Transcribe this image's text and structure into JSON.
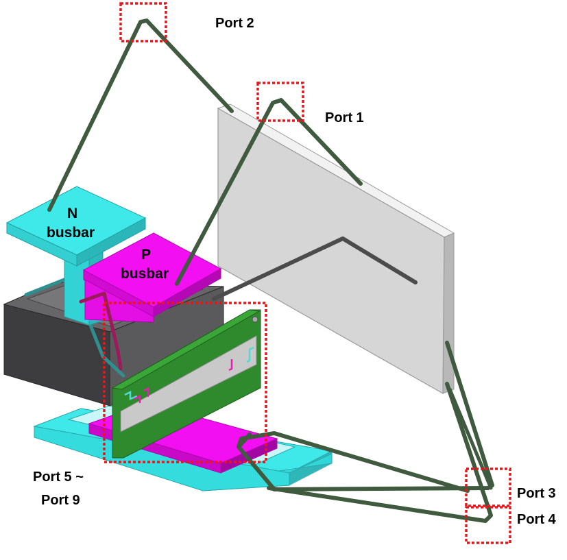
{
  "labels": {
    "port1": "Port 1",
    "port2": "Port 2",
    "port3": "Port 3",
    "port4": "Port 4",
    "port5_line1": "Port 5 ~",
    "port5_line2": "Port 9",
    "n_busbar_line1": "N",
    "n_busbar_line2": "busbar",
    "p_busbar_line1": "P",
    "p_busbar_line2": "busbar"
  },
  "colors": {
    "cyan": "#3fe9ea",
    "magenta": "#f20ff2",
    "dark_gray": "#505052",
    "panel_gray": "#d6d6d6",
    "wire": "#3f5a3e",
    "pcb_green": "#2e8a2c",
    "port_box": "#e8161b"
  }
}
